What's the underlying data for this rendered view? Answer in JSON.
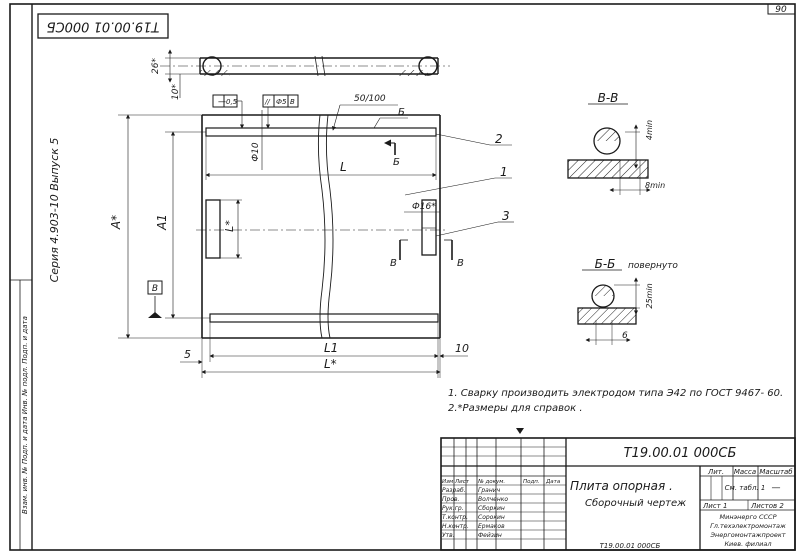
{
  "sheet": {
    "page_number": "90",
    "stamp_rotated": "Т19.00.01 000СБ",
    "series_label": "Серия 4.903-10 Выпуск 5",
    "sign_column": "Взам. инв. №   Подп. и дата   Инв. № подл.   Подп. и дата",
    "bottom_code": "Т19.00.01 000СБ"
  },
  "views": {
    "top": {
      "dim_26": "26*",
      "dim_10": "10*"
    },
    "main": {
      "dim_A": "А*",
      "dim_A1": "А1",
      "dim_L_star_inner": "L*",
      "dim_L": "L",
      "dim_L1": "L1",
      "dim_Lstar": "L*",
      "dim_5": "5",
      "dim_10": "10",
      "dim_phi10": "Ф10",
      "dim_phi16": "Ф16*",
      "slope": "50/100",
      "datum_B": "В",
      "gdt_flat": "0,5",
      "gdt_flat_sym": "—",
      "gdt_par": "Ф5",
      "gdt_par_sym": "//",
      "gdt_par_ref": "В",
      "section_mark_B": "Б",
      "section_mark_V": "В",
      "callout_1": "1",
      "callout_2": "2",
      "callout_3": "3"
    },
    "section_vv": {
      "title": "В-В",
      "weld_4": "4min",
      "weld_8": "8min"
    },
    "section_bb": {
      "title": "Б-Б",
      "rotated": "повернуто",
      "weld_25": "25min",
      "dim_6": "6"
    }
  },
  "notes": [
    "1. Сварку  производить  электродом типа Э42 по ГОСТ 9467- 60.",
    "2.*Размеры  для  справок ."
  ],
  "title_block": {
    "designation": "Т19.00.01 000СБ",
    "name_line1": "Плита  опорная .",
    "name_line2": "Сборочный  чертеж",
    "col_lit": "Лит.",
    "col_mass": "Масса",
    "col_scale": "Масштаб",
    "mass_value": "См. табл. 1",
    "scale_value": "—",
    "sheet_label": "Лист 1",
    "sheets_label": "Листов 2",
    "org": [
      "Минэнерго СССР",
      "Гл.техэлектромонтаж",
      "Энергомонтажпроект",
      "Киев. филиал"
    ],
    "header_cols": [
      "Изм",
      "Лист",
      "№ докум.",
      "Подп.",
      "Дата"
    ],
    "roles": [
      {
        "role": "Разраб.",
        "name": "Гранич"
      },
      {
        "role": "Пров.",
        "name": "Волченко"
      },
      {
        "role": "Рук.гр.",
        "name": "Сборкин"
      },
      {
        "role": "Т.контр.",
        "name": "Сорокин"
      },
      {
        "role": "Н.контр.",
        "name": "Ермаков"
      },
      {
        "role": "Утв.",
        "name": "Фейзин"
      }
    ]
  }
}
